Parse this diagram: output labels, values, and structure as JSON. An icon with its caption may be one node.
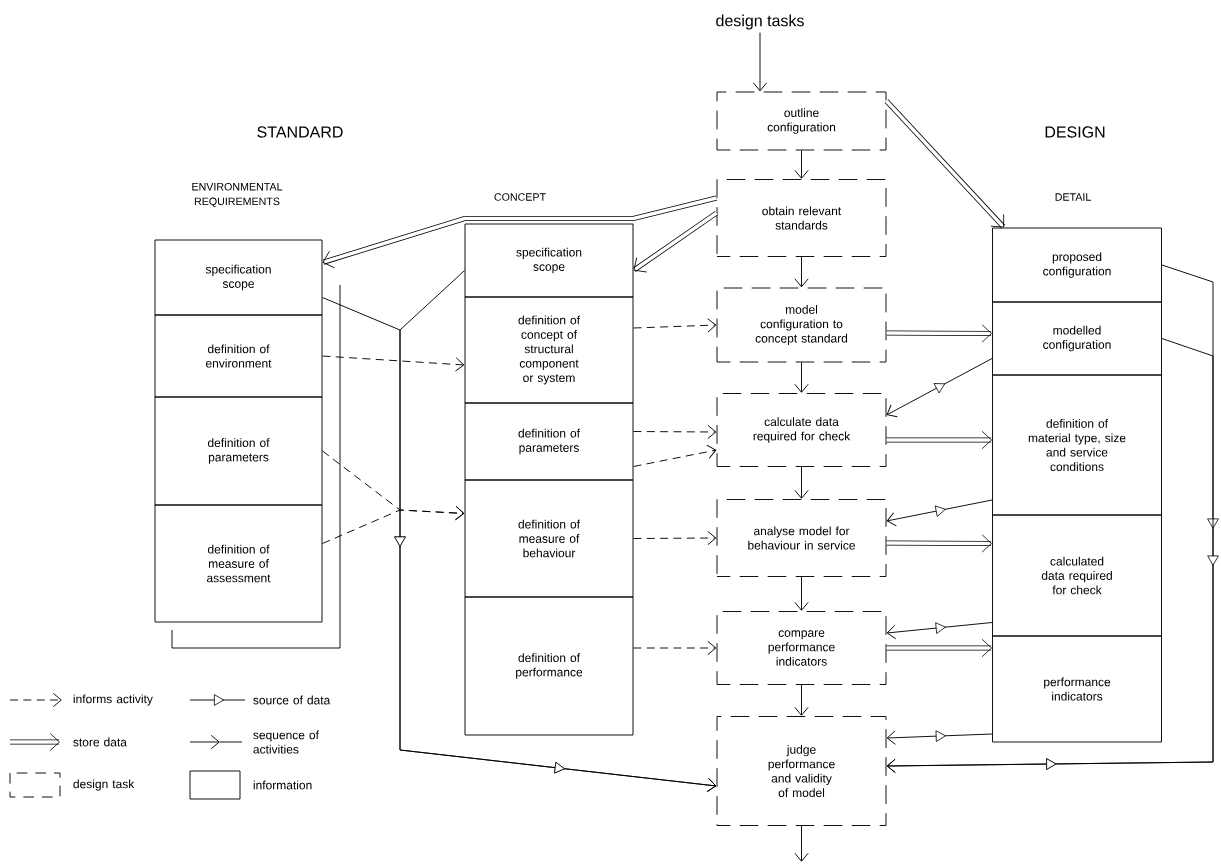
{
  "diagram": {
    "nodes": [
      {
        "text": [
          "design tasks"
        ]
      },
      {
        "text": [
          "outline configuration"
        ]
      },
      {
        "text": [
          "obtain relevant standards"
        ]
      },
      {
        "text": [
          "model configuration to concept standard"
        ]
      },
      {
        "text": [
          "calculate data required for check"
        ]
      },
      {
        "text": [
          "analyse model for behaviour in service"
        ]
      },
      {
        "text": [
          "compare performance indicators"
        ]
      },
      {
        "text": [
          "judge performance and validity of model"
        ]
      },
      {
        "text": [
          "specification scope"
        ]
      },
      {
        "text": [
          "definition of environment"
        ]
      },
      {
        "text": [
          "definition of parameters"
        ]
      },
      {
        "text": [
          "definition of measure of assessment"
        ]
      },
      {
        "text": [
          "specification scope"
        ]
      },
      {
        "text": [
          "definition of concept of structural component or system"
        ]
      },
      {
        "text": [
          "definition of parameters"
        ]
      },
      {
        "text": [
          "definition of measure of behaviour"
        ]
      },
      {
        "text": [
          "definition of performance"
        ]
      },
      {
        "text": [
          "proposed configuration"
        ]
      },
      {
        "text": [
          "modelled configuration"
        ]
      },
      {
        "text": [
          "definition of material type, size and service conditions"
        ]
      },
      {
        "text": [
          "calculated data required for check"
        ]
      },
      {
        "text": [
          "performance indicators"
        ]
      }
    ],
    "edges": [
      {
        "from": 0,
        "to": 1,
        "arrow": "to"
      },
      {
        "from": 1,
        "to": 2,
        "arrow": "to"
      },
      {
        "from": 2,
        "to": 3,
        "arrow": "to"
      },
      {
        "from": 3,
        "to": 4,
        "arrow": "to"
      },
      {
        "from": 4,
        "to": 5,
        "arrow": "to"
      },
      {
        "from": 5,
        "to": 6,
        "arrow": "to"
      },
      {
        "from": 6,
        "to": 7,
        "arrow": "to"
      },
      {
        "from": 7,
        "to": null,
        "arrow": "to"
      },
      {
        "from": 1,
        "to": 17,
        "arrow": "to",
        "style": "thick"
      },
      {
        "from": 2,
        "to": 12,
        "arrow": "to",
        "style": "thick"
      },
      {
        "from": 2,
        "to": 8,
        "arrow": "to",
        "style": "thick"
      },
      {
        "from": 9,
        "to": 13,
        "arrow": "to",
        "style": "dashed"
      },
      {
        "from": 10,
        "to": 15,
        "arrow": "to",
        "style": "dashed"
      },
      {
        "from": 11,
        "to": 15,
        "arrow": "to",
        "style": "dashed"
      },
      {
        "from": 13,
        "to": 3,
        "arrow": "to",
        "style": "dashed"
      },
      {
        "from": 14,
        "to": 4,
        "arrow": "to",
        "style": "dashed"
      },
      {
        "from": 14,
        "to": 4,
        "arrow": "to",
        "style": "dashed"
      },
      {
        "from": 15,
        "to": 5,
        "arrow": "to",
        "style": "dashed"
      },
      {
        "from": 16,
        "to": 6,
        "arrow": "to",
        "style": "dashed"
      },
      {
        "from": 3,
        "to": 18,
        "arrow": "to",
        "style": "thick"
      },
      {
        "from": 4,
        "to": 19,
        "arrow": "to",
        "style": "thick"
      },
      {
        "from": 5,
        "to": 20,
        "arrow": "to",
        "style": "thick"
      },
      {
        "from": 6,
        "to": 21,
        "arrow": "to",
        "style": "thick"
      },
      {
        "from": 18,
        "to": 4,
        "arrow": "to"
      },
      {
        "from": 19,
        "to": 5,
        "arrow": "to"
      },
      {
        "from": 20,
        "to": 6,
        "arrow": "to"
      },
      {
        "from": 21,
        "to": 7,
        "arrow": "to"
      },
      {
        "from": 8,
        "to": 7,
        "arrow": "to"
      },
      {
        "from": 12,
        "to": 7,
        "arrow": "to"
      },
      {
        "from": 17,
        "to": 7,
        "arrow": "to"
      },
      {
        "from": 18,
        "to": 7,
        "arrow": "to"
      }
    ],
    "labels": [
      "STANDARD",
      "DESIGN",
      "ENVIRONMENTAL REQUIREMENTS",
      "CONCEPT",
      "DETAIL"
    ],
    "legend": [
      {
        "text": "informs activity"
      },
      {
        "text": "source of data"
      },
      {
        "text": "store data"
      },
      {
        "text": "sequence of activities"
      },
      {
        "text": "design task"
      },
      {
        "text": "information"
      }
    ]
  }
}
